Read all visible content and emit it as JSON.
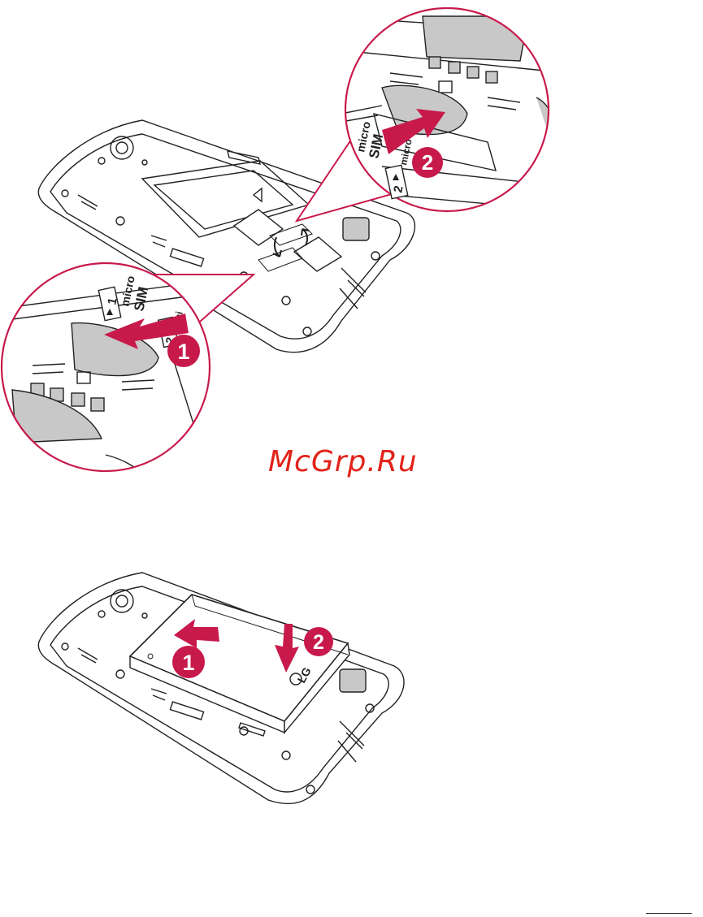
{
  "watermark": {
    "text": "McGrp.Ru",
    "color": "#e2231a"
  },
  "figure_sim": {
    "callout_left": {
      "slot_label_1": "1",
      "slot_text_1a": "micro",
      "slot_text_1b": "SIM",
      "slot_label_2": "2",
      "slot_text_2": "mi",
      "step_number": "1"
    },
    "callout_right": {
      "slot_text_a": "micro",
      "slot_text_b": "SIM",
      "slot_label_2": "2",
      "slot_text_2": "micro",
      "step_number": "2"
    }
  },
  "figure_battery": {
    "step_1": "1",
    "step_2": "2",
    "battery_logo": "LG"
  },
  "colors": {
    "accent": "#c8194b",
    "line": "#222222",
    "fill": "#c8c8c8"
  },
  "icons": [
    "step-badge-icon",
    "push-arrow-icon",
    "rotate-arrow-icon",
    "sim-chip-icon",
    "battery-icon"
  ]
}
